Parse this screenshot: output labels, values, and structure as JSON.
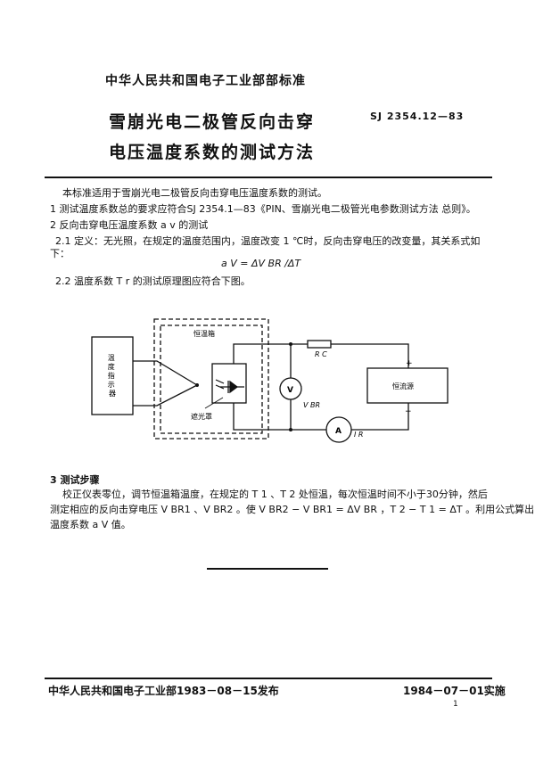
{
  "header": {
    "ministry": "中华人民共和国电子工业部部标准",
    "title_line1": "雪崩光电二极管反向击穿",
    "title_line2": "电压温度系数的测试方法",
    "standard_number": "SJ 2354.12—83"
  },
  "body": {
    "intro": "本标准适用于雪崩光电二极管反向击穿电压温度系数的测试。",
    "s1": "1  测试温度系数总的要求应符合SJ 2354.1—83《PIN、雪崩光电二极管光电参数测试方法  总则》。",
    "s2": "2  反向击穿电压温度系数 a v 的测试",
    "s21_line1": "2.1  定义：无光照，在规定的温度范围内，温度改变 1 ℃时，反向击穿电压的改变量，其关系式如",
    "s21_line2": "下：",
    "formula": "a V = ΔV BR /ΔT",
    "s22": "2.2  温度系数 T r 的测试原理图应符合下图。",
    "s3_heading": "3  测试步骤",
    "s3_line1": "校正仪表零位，调节恒温箱温度，在规定的 T 1 、T 2 处恒温，每次恒温时间不小于30分钟，然后",
    "s3_line2": "测定相应的反向击穿电压 V BR1 、V BR2 。使 V BR2 − V BR1 = ΔV BR ，T 2 − T 1 = ΔT 。利用公式算出",
    "s3_line3": "温度系数 a V 值。"
  },
  "diagram": {
    "thermo_label": "温度指示器",
    "chamber_label": "恒温箱",
    "shield_label": "遮光罩",
    "resistor_label": "R C",
    "voltmeter_symbol": "V",
    "voltmeter_label": "V BR",
    "ammeter_symbol": "A",
    "ammeter_label": "I R",
    "source_label": "恒流源",
    "plus_sign": "+",
    "minus_sign": "−"
  },
  "footer": {
    "issuer": "中华人民共和国电子工业部1983－08－15发布",
    "effective": "1984－07－01实施",
    "page_number": "1"
  }
}
